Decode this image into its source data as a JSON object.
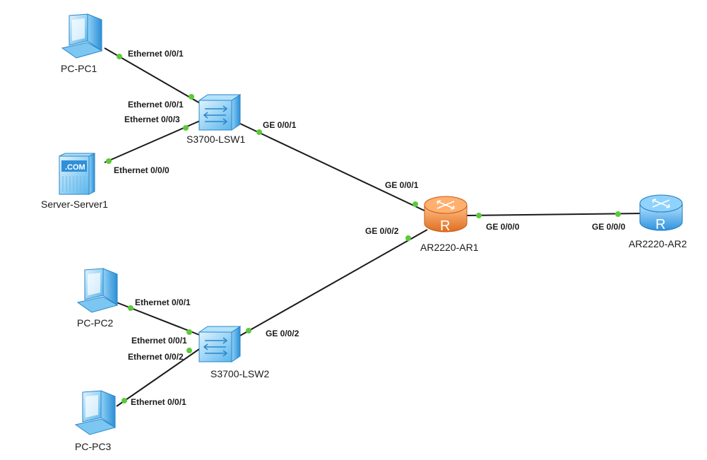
{
  "devices": {
    "pc1": {
      "label": "PC-PC1",
      "icon": "pc-icon"
    },
    "pc2": {
      "label": "PC-PC2",
      "icon": "pc-icon"
    },
    "pc3": {
      "label": "PC-PC3",
      "icon": "pc-icon"
    },
    "server1": {
      "label": "Server-Server1",
      "icon": "server-icon",
      "badge": ".COM"
    },
    "lsw1": {
      "label": "S3700-LSW1",
      "icon": "switch-icon"
    },
    "lsw2": {
      "label": "S3700-LSW2",
      "icon": "switch-icon"
    },
    "ar1": {
      "label": "AR2220-AR1",
      "icon": "router-icon",
      "badge": "R",
      "color": "#f08a3c"
    },
    "ar2": {
      "label": "AR2220-AR2",
      "icon": "router-icon",
      "badge": "R",
      "color": "#4aa8e8"
    }
  },
  "links": [
    {
      "from": "PC-PC1",
      "from_port": "Ethernet 0/0/1",
      "to": "S3700-LSW1",
      "to_port": "Ethernet 0/0/1"
    },
    {
      "from": "Server-Server1",
      "from_port": "Ethernet 0/0/0",
      "to": "S3700-LSW1",
      "to_port": "Ethernet 0/0/3"
    },
    {
      "from": "S3700-LSW1",
      "from_port": "GE 0/0/1",
      "to": "AR2220-AR1",
      "to_port": "GE 0/0/1"
    },
    {
      "from": "S3700-LSW2",
      "from_port": "GE 0/0/2",
      "to": "AR2220-AR1",
      "to_port": "GE 0/0/2"
    },
    {
      "from": "AR2220-AR1",
      "from_port": "GE 0/0/0",
      "to": "AR2220-AR2",
      "to_port": "GE 0/0/0"
    },
    {
      "from": "PC-PC2",
      "from_port": "Ethernet 0/0/1",
      "to": "S3700-LSW2",
      "to_port": "Ethernet 0/0/1"
    },
    {
      "from": "PC-PC3",
      "from_port": "Ethernet 0/0/1",
      "to": "S3700-LSW2",
      "to_port": "Ethernet 0/0/2"
    }
  ],
  "colors": {
    "link": "#1a1a1a",
    "port_dot": "#5cc93a",
    "device_blue": "#4aa8e8",
    "router_orange": "#f08a3c"
  }
}
